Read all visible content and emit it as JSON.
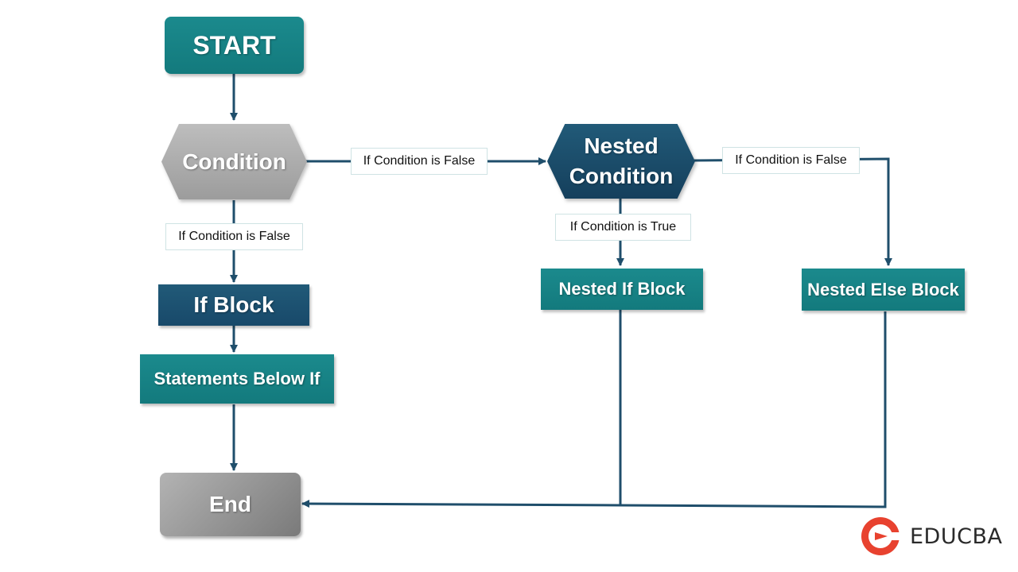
{
  "nodes": {
    "start": "START",
    "condition": "Condition",
    "nested_condition": "Nested Condition",
    "if_block": "If Block",
    "statements_below_if": "Statements Below If",
    "nested_if_block": "Nested If Block",
    "nested_else_block": "Nested Else Block",
    "end": "End"
  },
  "edge_labels": {
    "condition_to_nested": "If Condition is False",
    "condition_to_if_block": "If Condition is False",
    "nested_to_else": "If Condition is False",
    "nested_to_if": "If Condition is True"
  },
  "brand": {
    "name": "EDUCBA",
    "logo_icon": "educba-logo-icon"
  },
  "colors": {
    "teal": "#16807f",
    "navy": "#1d4f6e",
    "grey": "#a8a8a8",
    "connector": "#1f4e6b",
    "logo_red": "#e8422f"
  }
}
